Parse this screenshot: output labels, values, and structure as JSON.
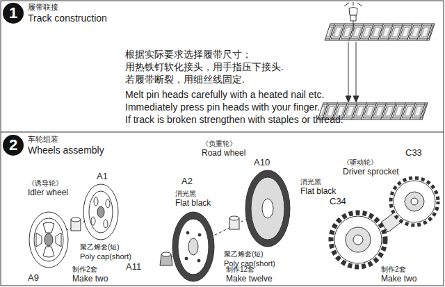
{
  "diagram": {
    "nodes": [
      {
        "text": [
          "1"
        ]
      },
      {
        "text": [
          "2"
        ]
      }
    ],
    "labels": [
      "履带联接",
      "Track construction",
      "根据实际要求选择履带尺寸；",
      "用热铁钉软化接头，用手指压下接头.",
      "若履带断裂，用细丝线固定.",
      "Melt pin heads carefully with a heated nail etc.",
      "Immediately press pin heads with your finger.",
      "If track is broken strengthen with staples or thread.",
      "车轮组装",
      "Wheels assembly",
      "《负重轮》",
      "Road wheel",
      "C33",
      "A10",
      "《驱动轮》",
      "Driver sprocket",
      "《诱导轮》",
      "Idler wheel",
      "A1",
      "A2",
      "消光黑",
      "Flat black",
      "消光黑",
      "Flat black",
      "C34",
      "聚乙烯套(短)",
      "Poly cap(short)",
      "聚乙烯套(短)",
      "Poly cap(short)",
      "A11",
      "制作2套",
      "Make two",
      "A9",
      "制作12套",
      "Make twelve",
      "制作2套",
      "Make two"
    ]
  }
}
